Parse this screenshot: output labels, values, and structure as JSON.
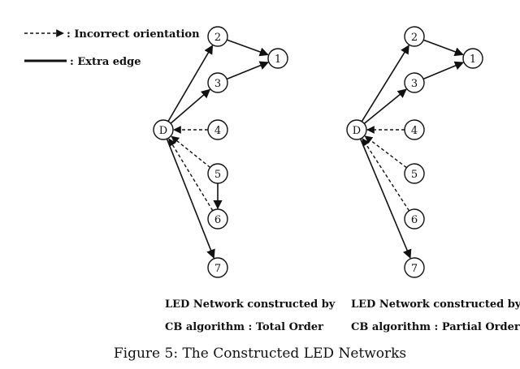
{
  "legend": {
    "dashed_label": ": Incorrect orientation",
    "solid_label": ": Extra edge"
  },
  "networks": [
    {
      "id": "total",
      "caption_line1": "LED Network constructed by",
      "caption_line2": "CB algorithm : Total Order",
      "nodes": [
        "D",
        "1",
        "2",
        "3",
        "4",
        "5",
        "6",
        "7"
      ],
      "edges": [
        {
          "from": "D",
          "to": "2",
          "style": "solid"
        },
        {
          "from": "D",
          "to": "3",
          "style": "solid"
        },
        {
          "from": "2",
          "to": "1",
          "style": "solid"
        },
        {
          "from": "3",
          "to": "1",
          "style": "solid"
        },
        {
          "from": "4",
          "to": "D",
          "style": "dashed"
        },
        {
          "from": "5",
          "to": "D",
          "style": "dashed"
        },
        {
          "from": "6",
          "to": "D",
          "style": "dashed"
        },
        {
          "from": "5",
          "to": "6",
          "style": "solid"
        },
        {
          "from": "D",
          "to": "7",
          "style": "solid"
        }
      ]
    },
    {
      "id": "partial",
      "caption_line1": "LED Network constructed by",
      "caption_line2": "CB algorithm : Partial Order",
      "nodes": [
        "D",
        "1",
        "2",
        "3",
        "4",
        "5",
        "6",
        "7"
      ],
      "edges": [
        {
          "from": "D",
          "to": "2",
          "style": "solid"
        },
        {
          "from": "D",
          "to": "3",
          "style": "solid"
        },
        {
          "from": "2",
          "to": "1",
          "style": "solid"
        },
        {
          "from": "3",
          "to": "1",
          "style": "solid"
        },
        {
          "from": "4",
          "to": "D",
          "style": "dashed"
        },
        {
          "from": "5",
          "to": "D",
          "style": "dashed"
        },
        {
          "from": "6",
          "to": "D",
          "style": "dashed"
        },
        {
          "from": "D",
          "to": "7",
          "style": "solid"
        }
      ]
    }
  ],
  "figure_caption": "Figure 5: The Constructed LED Networks"
}
